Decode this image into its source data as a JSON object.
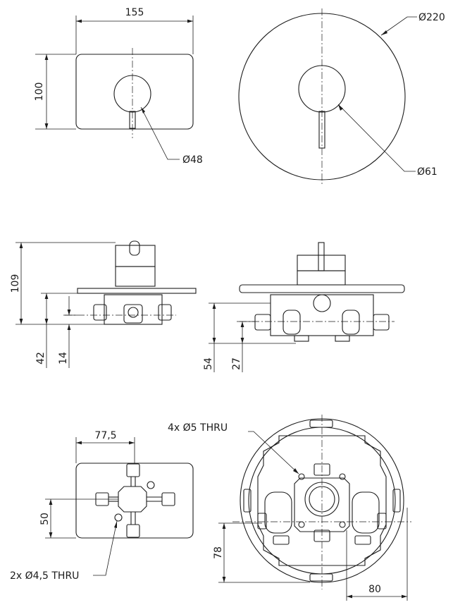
{
  "views": {
    "front_plate": {
      "width_dim": "155",
      "height_dim": "100",
      "handle_dia": "Ø48"
    },
    "round_plate": {
      "outer_dia": "Ø220",
      "handle_dia": "Ø61"
    },
    "side_view": {
      "total_depth": "109",
      "body_depth": "42",
      "connection_depth": "14"
    },
    "round_side_view": {
      "body_depth": "54",
      "connection_depth": "27"
    },
    "rear_rect": {
      "width_dim": "77,5",
      "height_dim": "50",
      "holes_note": "2x Ø4,5 THRU"
    },
    "rear_round": {
      "holes_note": "4x Ø5 THRU",
      "height_dim": "78",
      "width_dim": "80"
    }
  }
}
